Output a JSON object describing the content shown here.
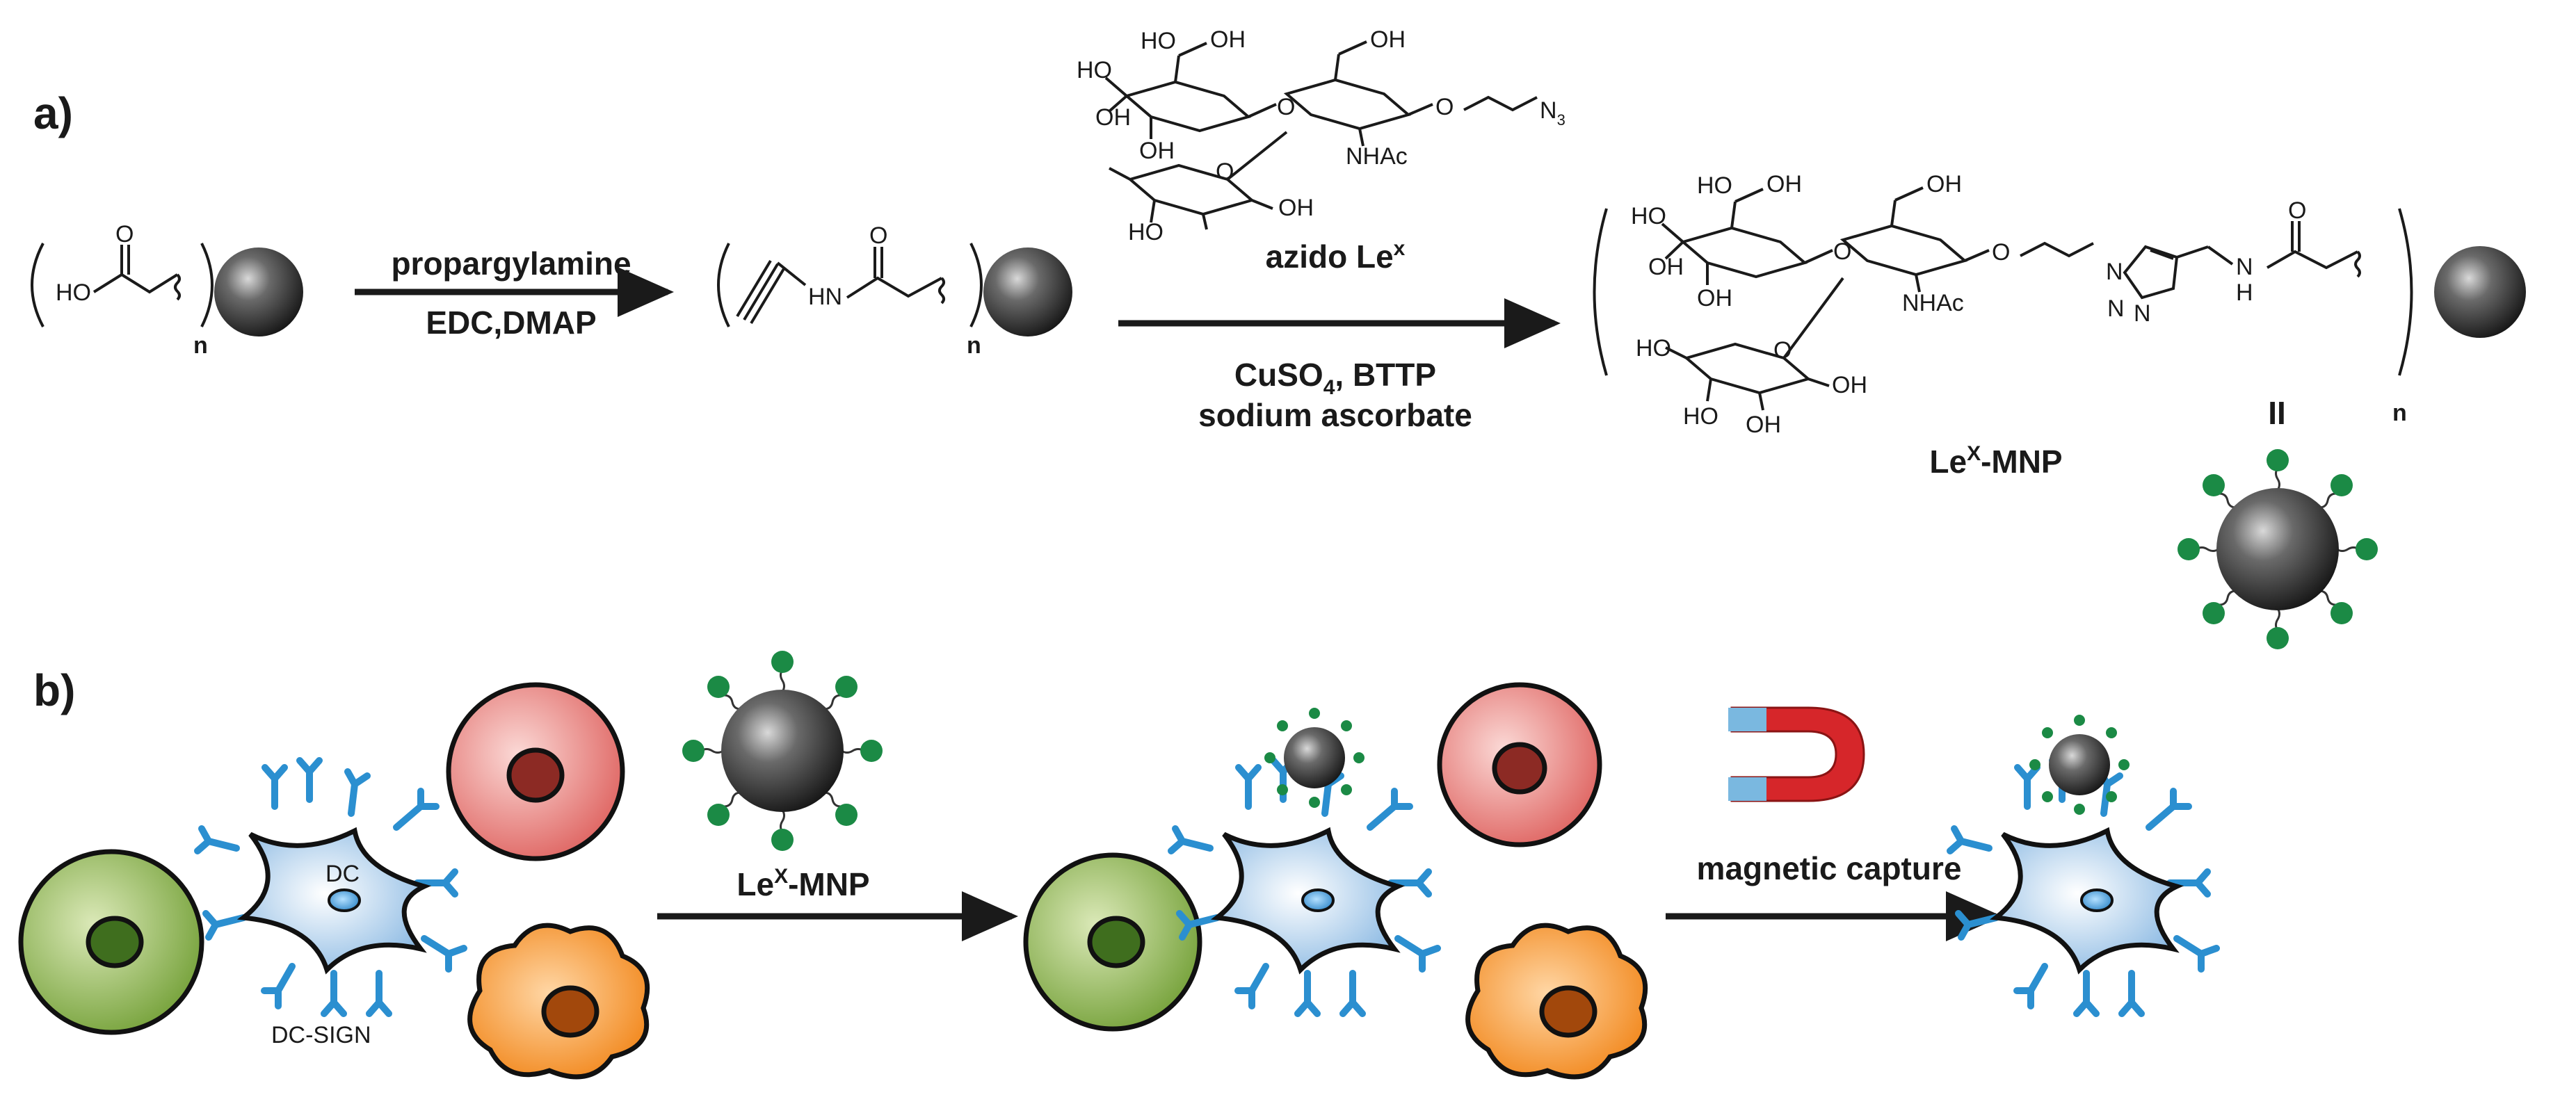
{
  "panels": {
    "a": "a)",
    "b": "b)"
  },
  "step1": {
    "reagent": "propargylamine",
    "conditions": "EDC,DMAP",
    "start_groups": {
      "hydroxyl": "HO",
      "carbonyl_o": "O"
    },
    "repeat": "n"
  },
  "step2": {
    "reagent_name": "azido Le",
    "reagent_superscript": "x",
    "catalyst": "CuSO",
    "catalyst_subscript": "4",
    "catalyst_rest": ", BTTP",
    "reducer": "sodium ascorbate",
    "alkyne_groups": {
      "amide_nh": "HN",
      "carbonyl_o": "O"
    },
    "repeat": "n"
  },
  "azido_lex": {
    "oh_labels": [
      "HO",
      "OH",
      "OH",
      "HO",
      "OH",
      "OH",
      "HO",
      "OH"
    ],
    "glyco_o": [
      "O",
      "O",
      "O"
    ],
    "acetamide": "NHAc",
    "azide": "N",
    "azide_subscript": "3"
  },
  "product": {
    "oh_labels": [
      "HO",
      "OH",
      "OH",
      "HO",
      "OH",
      "OH",
      "OH",
      "HO",
      "HO",
      "OH"
    ],
    "glyco_o": [
      "O",
      "O",
      "O"
    ],
    "acetamide": "NHAc",
    "triazole": [
      "N",
      "N",
      "N"
    ],
    "amide": {
      "n": "N",
      "h": "H",
      "o": "O"
    },
    "name_prefix": "Le",
    "name_superscript": "X",
    "name_suffix": "-MNP",
    "equals": "II",
    "repeat": "n"
  },
  "panel_b": {
    "dc_label": "DC",
    "receptor_label": "DC-SIGN",
    "step1_prefix": "Le",
    "step1_superscript": "X",
    "step1_suffix": "-MNP",
    "step2": "magnetic capture"
  },
  "colors": {
    "ink": "#1a1a1a",
    "sugar_green": "#1b8a45",
    "receptor_blue": "#2b8fd0",
    "green_cell": "#7aa83a",
    "red_cell": "#e06a66",
    "orange_cell": "#f08a1c",
    "magnet_red": "#d6262a",
    "magnet_tip": "#7ab8e0"
  },
  "icons": [
    "nanoparticle-icon",
    "glyco-nanoparticle-icon",
    "dendritic-cell-icon",
    "green-cell-icon",
    "red-cell-icon",
    "orange-cell-icon",
    "horseshoe-magnet-icon"
  ]
}
